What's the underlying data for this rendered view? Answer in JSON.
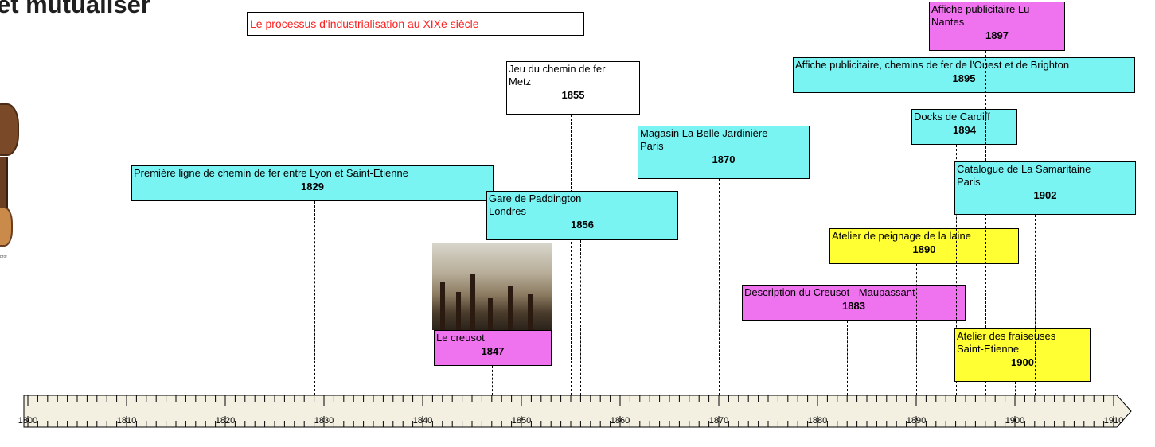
{
  "heading": "et mutualiser",
  "timeline_title": "Le processus d'industrialisation au XIXe siècle",
  "avatar_caption": "prof",
  "axis": {
    "start_year": 1800,
    "end_year": 1910,
    "labels": [
      "1800",
      "1810",
      "1820",
      "1830",
      "1840",
      "1850",
      "1860",
      "1870",
      "1880",
      "1890",
      "1900",
      "1910"
    ]
  },
  "events": [
    {
      "text": [
        "Première ligne de chemin de fer entre Lyon et Saint-Etienne"
      ],
      "year": "1829",
      "color": "#7af3f3"
    },
    {
      "text": [
        "Le creusot"
      ],
      "year": "1847",
      "color": "#ef73ef"
    },
    {
      "text": [
        "Jeu du chemin de fer",
        "Metz"
      ],
      "year": "1855",
      "color": "#ffffff"
    },
    {
      "text": [
        "Gare de Paddington",
        "Londres"
      ],
      "year": "1856",
      "color": "#7af3f3"
    },
    {
      "text": [
        "Magasin La Belle Jardinière",
        "Paris"
      ],
      "year": "1870",
      "color": "#7af3f3"
    },
    {
      "text": [
        "Description du Creusot - Maupassant"
      ],
      "year": "1883",
      "color": "#ef73ef"
    },
    {
      "text": [
        "Atelier de peignage de la laine"
      ],
      "year": "1890",
      "color": "#ffff33"
    },
    {
      "text": [
        "Docks de Cardiff"
      ],
      "year": "1894",
      "color": "#7af3f3"
    },
    {
      "text": [
        "Affiche publicitaire, chemins de fer de l'Ouest et de Brighton"
      ],
      "year": "1895",
      "color": "#7af3f3"
    },
    {
      "text": [
        "Affiche publicitaire Lu",
        "Nantes"
      ],
      "year": "1897",
      "color": "#ef73ef"
    },
    {
      "text": [
        "Atelier des fraiseuses",
        "Saint-Etienne"
      ],
      "year": "1900",
      "color": "#ffff33"
    },
    {
      "text": [
        "Catalogue de La Samaritaine",
        "Paris"
      ],
      "year": "1902",
      "color": "#7af3f3"
    }
  ]
}
